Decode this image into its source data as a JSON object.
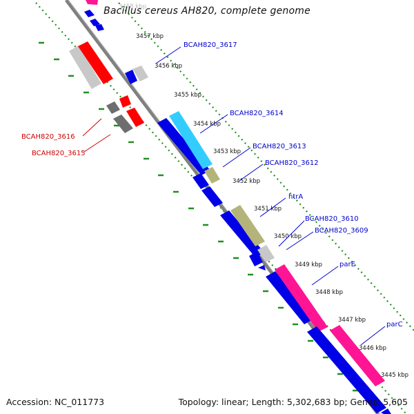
{
  "title": "Bacillus cereus AH820, complete genome",
  "footer": {
    "accession": "Accession: NC_011773",
    "summary": "Topology: linear; Length: 5,302,683 bp; Genes: 5,605"
  },
  "ticks": [
    "3458 kbp",
    "3457 kbp",
    "3456 kbp",
    "3455 kbp",
    "3454 kbp",
    "3453 kbp",
    "3452 kbp",
    "3451 kbp",
    "3450 kbp",
    "3449 kbp",
    "3448 kbp",
    "3447 kbp",
    "3446 kbp",
    "3445 kbp"
  ],
  "gene_labels_right": [
    "BCAH820_3617",
    "BCAH820_3614",
    "BCAH820_3613",
    "BCAH820_3612",
    "htrA",
    "BCAH820_3610",
    "BCAH820_3609",
    "parE",
    "parC"
  ],
  "gene_labels_left": [
    "BCAH820_3616",
    "BCAH820_3615"
  ],
  "colors": {
    "backbone": "#808080",
    "cds": "#0000e6",
    "feature_red": "#ff0000",
    "feature_cyan": "#33ccff",
    "feature_khaki": "#b4b47a",
    "feature_pink": "#ff1493",
    "feature_gray": "#c8c8c8",
    "feature_darkgray": "#6e6e6e",
    "grid": "#1f8f1f",
    "label_blue": "#0000cc",
    "label_red": "#cc0000"
  }
}
